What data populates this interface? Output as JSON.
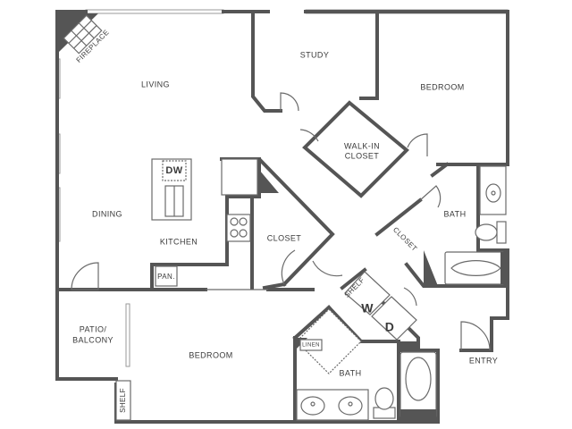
{
  "rooms": {
    "fireplace": "FIREPLACE",
    "living": "LIVING",
    "study": "STUDY",
    "bedroom_main": "BEDROOM",
    "walk_in_closet_line1": "WALK-IN",
    "walk_in_closet_line2": "CLOSET",
    "dw": "DW",
    "dining": "DINING",
    "kitchen": "KITCHEN",
    "closet_hall": "CLOSET",
    "bath_upper": "BATH",
    "closet_bath": "CLOSET",
    "pantry": "PAN.",
    "patio_line1": "PATIO/",
    "patio_line2": "BALCONY",
    "shelf_laundry": "SHELF",
    "washer": "W",
    "dryer": "D",
    "bedroom_lower": "BEDROOM",
    "linen": "LINEN",
    "entry": "ENTRY",
    "shelf_lower": "SHELF",
    "bath_lower": "BATH"
  },
  "colors": {
    "wall": "#555555",
    "fixture": "#6b6b6b",
    "background": "#ffffff"
  }
}
